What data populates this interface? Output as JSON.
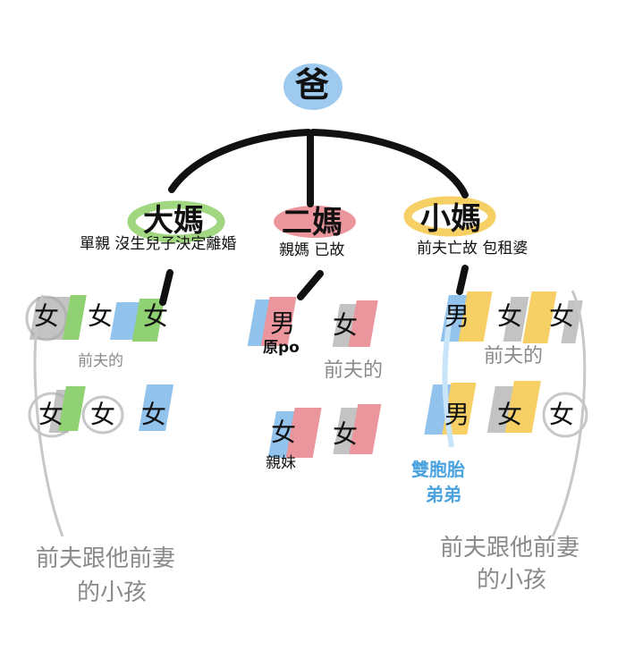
{
  "top": {
    "label": "爸"
  },
  "wives": [
    {
      "name": "大媽",
      "note": "單親 沒生兒子決定離婚"
    },
    {
      "name": "二媽",
      "note": "親媽 已故"
    },
    {
      "name": "小媽",
      "note": "前夫亡故 包租婆"
    }
  ],
  "first_wife": {
    "row1": [
      "女",
      "女",
      "女"
    ],
    "row1_note": "前夫的",
    "row2": [
      "女",
      "女",
      "女"
    ],
    "bottom_note_line1": "前夫跟他前妻",
    "bottom_note_line2": "的小孩"
  },
  "second_wife": {
    "child_male": "男",
    "child_male_note": "原po",
    "child_female_top": "女",
    "note": "前夫的",
    "child_female_bottom1": "女",
    "child_female_bottom1_note": "親妹",
    "child_female_bottom2": "女"
  },
  "third_wife": {
    "row1": [
      "男",
      "女",
      "女"
    ],
    "row1_note": "前夫的",
    "row2": [
      "男",
      "女",
      "女"
    ],
    "twin_note_line1": "雙胞胎",
    "twin_note_line2": "弟弟",
    "bottom_note_line1": "前夫跟他前妻",
    "bottom_note_line2": "的小孩"
  },
  "colors": {
    "blue": "#7fb9ea",
    "green": "#7cc95a",
    "red": "#e8828c",
    "yellow": "#f6c84a",
    "gray": "#9a9a9a",
    "line": "#111111",
    "twin_text": "#4aa3df"
  }
}
